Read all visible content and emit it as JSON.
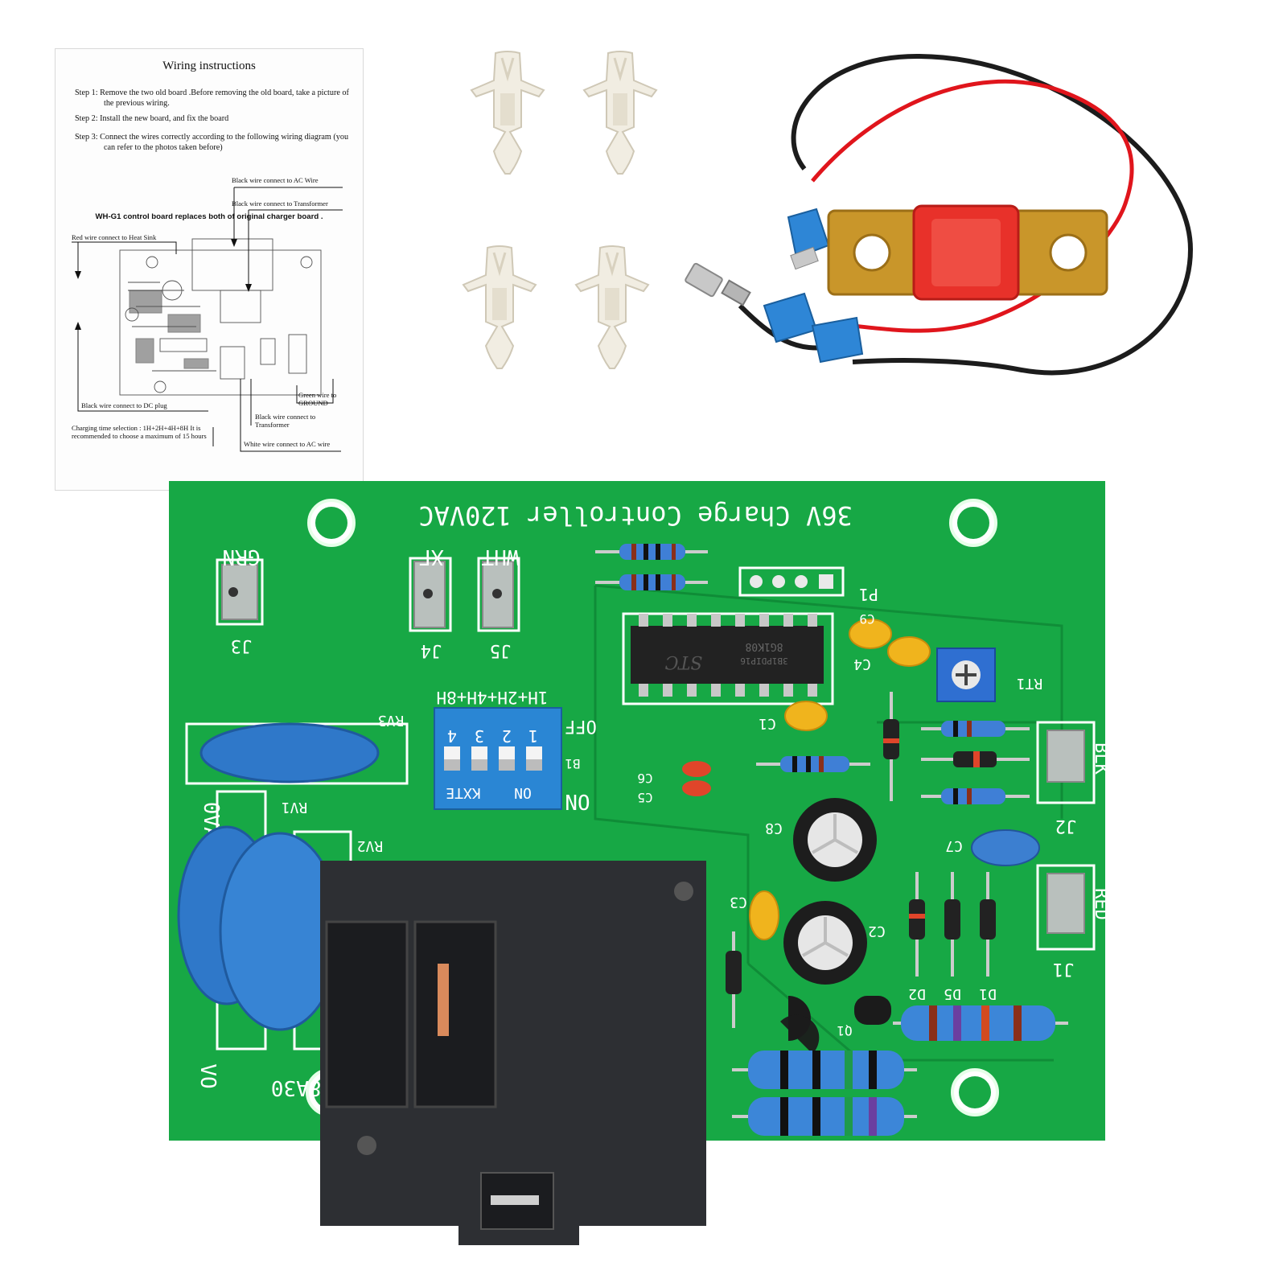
{
  "instructions": {
    "title": "Wiring instructions",
    "step1": "Step 1: Remove the two old board .Before removing the old board, take a picture of the previous wiring.",
    "step2": "Step 2: Install the new board, and fix the board",
    "step3": "Step 3: Connect the wires correctly according to the following wiring diagram (you can refer to the photos taken before)",
    "note": "WH-G1 control board replaces both of original charger board .",
    "labels": {
      "ac_wire": "Black wire connect to AC Wire",
      "transformer_top": "Black wire connect to Transformer",
      "heat_sink": "Red wire connect to Heat Sink",
      "dc_plug": "Black wire connect to DC plug",
      "ground": "Green wire to GROUND",
      "transformer_bottom": "Black wire connect to Transformer",
      "charging_time": "Charging time selection : 1H+2H+4H+8H It is recommended to choose a maximum of 15 hours",
      "white_ac": "White wire connect to AC wire"
    }
  },
  "board": {
    "title": "36V Charge Controller 120VAC",
    "connectors": {
      "grn": "GRN",
      "j3": "J3",
      "xf": "XF",
      "j4": "J4",
      "wht": "WHT",
      "j5": "J5",
      "blk": "BLK",
      "j2": "J2",
      "red": "RED",
      "j1": "J1"
    },
    "components": {
      "p1": "P1",
      "ic_brand": "STC",
      "ic_line1": "8G1K08",
      "ic_line2": "3B1PDIP16",
      "c1": "C1",
      "c3": "C3",
      "c4": "C4",
      "c5": "C5",
      "c6": "C6",
      "c7": "C7",
      "c8": "C8",
      "c2": "C2",
      "c9": "C9",
      "rt1": "RT1",
      "rv1": "RV1",
      "rv2": "RV2",
      "rv3": "RV3",
      "d1": "D1",
      "d2": "D2",
      "d5": "D5",
      "q1": "Q1",
      "b1": "B1",
      "voltage_left": "0VAC",
      "current": "18A30",
      "vo": "VO"
    },
    "dip": {
      "timing": "1H+2H+4H+8H",
      "off": "OFF",
      "on": "ON",
      "numbers": [
        "1",
        "2",
        "3",
        "4"
      ],
      "switch_on": "ON",
      "switch_brand": "KXTE"
    }
  },
  "colors": {
    "pcb": "#17a845",
    "pcb_dark": "#0f8a36",
    "standoff": "#f1ede2",
    "fuse_plate": "#c9962a",
    "fuse_body": "#e8312a",
    "terminal": "#2e86d6",
    "relay": "#2d2f33",
    "varistor": "#2f78c9"
  }
}
